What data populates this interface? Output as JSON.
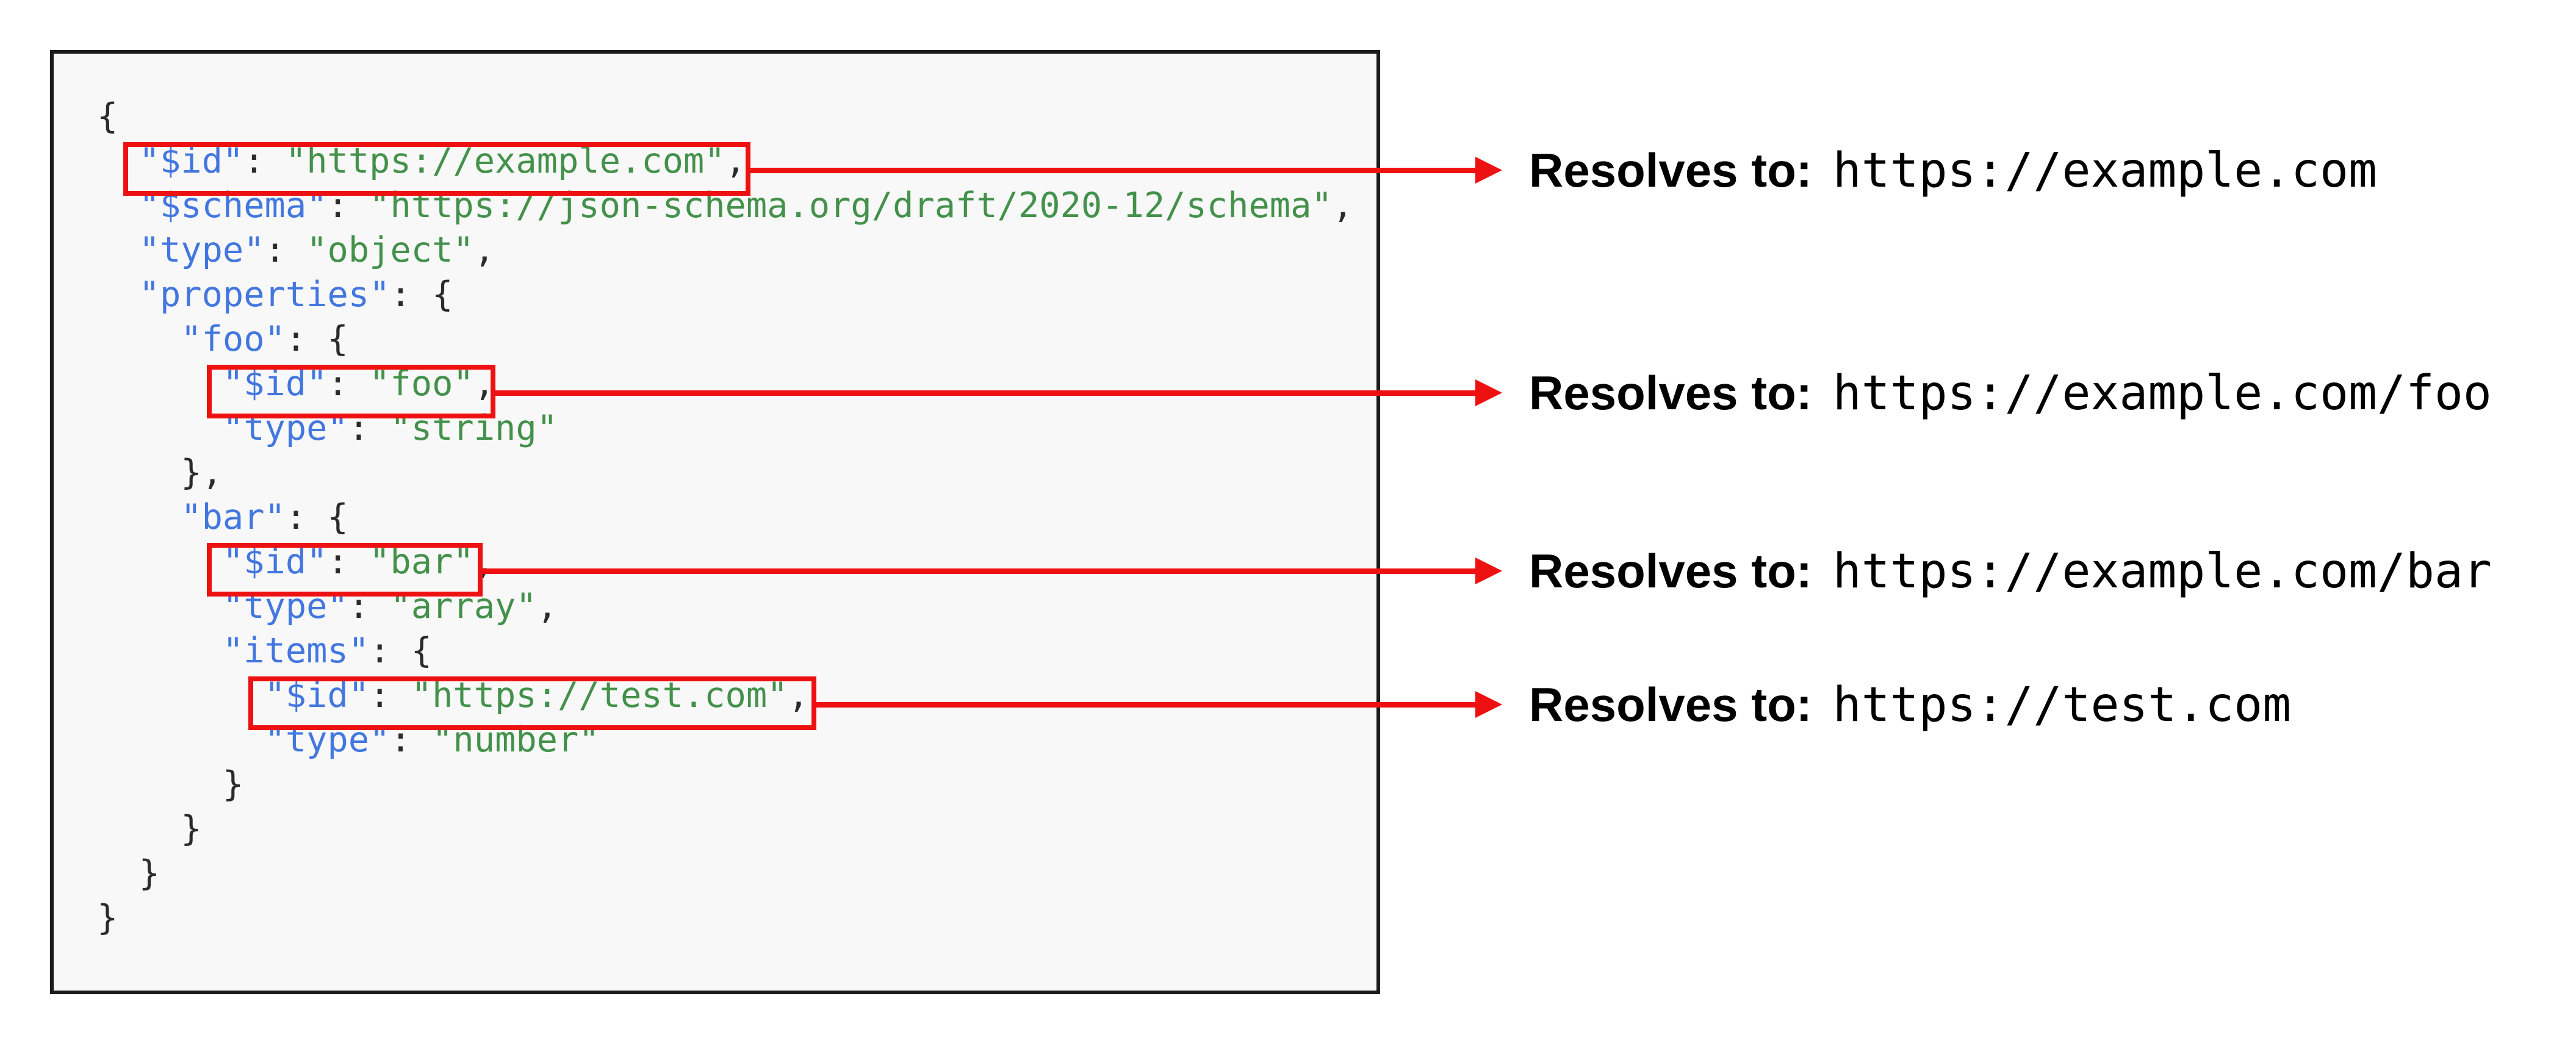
{
  "colors": {
    "key": "#4377e0",
    "string": "#43914a",
    "punctuation": "#2b2b2b",
    "highlight_red": "#ee1111",
    "panel_bg": "#f8f8f8",
    "panel_border": "#1c1c1c",
    "annotation_text": "#000000"
  },
  "code_panel": {
    "language": "json",
    "lines": [
      [
        [
          "pun",
          "{"
        ]
      ],
      [
        [
          "pun",
          "  "
        ],
        [
          "key",
          "\"$id\""
        ],
        [
          "pun",
          ": "
        ],
        [
          "str",
          "\"https://example.com\""
        ],
        [
          "pun",
          ","
        ]
      ],
      [
        [
          "pun",
          "  "
        ],
        [
          "key",
          "\"$schema\""
        ],
        [
          "pun",
          ": "
        ],
        [
          "str",
          "\"https://json-schema.org/draft/2020-12/schema\""
        ],
        [
          "pun",
          ","
        ]
      ],
      [
        [
          "pun",
          "  "
        ],
        [
          "key",
          "\"type\""
        ],
        [
          "pun",
          ": "
        ],
        [
          "str",
          "\"object\""
        ],
        [
          "pun",
          ","
        ]
      ],
      [
        [
          "pun",
          "  "
        ],
        [
          "key",
          "\"properties\""
        ],
        [
          "pun",
          ": {"
        ]
      ],
      [
        [
          "pun",
          "    "
        ],
        [
          "key",
          "\"foo\""
        ],
        [
          "pun",
          ": {"
        ]
      ],
      [
        [
          "pun",
          "      "
        ],
        [
          "key",
          "\"$id\""
        ],
        [
          "pun",
          ": "
        ],
        [
          "str",
          "\"foo\""
        ],
        [
          "pun",
          ","
        ]
      ],
      [
        [
          "pun",
          "      "
        ],
        [
          "key",
          "\"type\""
        ],
        [
          "pun",
          ": "
        ],
        [
          "str",
          "\"string\""
        ]
      ],
      [
        [
          "pun",
          "    },"
        ]
      ],
      [
        [
          "pun",
          "    "
        ],
        [
          "key",
          "\"bar\""
        ],
        [
          "pun",
          ": {"
        ]
      ],
      [
        [
          "pun",
          "      "
        ],
        [
          "key",
          "\"$id\""
        ],
        [
          "pun",
          ": "
        ],
        [
          "str",
          "\"bar\""
        ],
        [
          "pun",
          ","
        ]
      ],
      [
        [
          "pun",
          "      "
        ],
        [
          "key",
          "\"type\""
        ],
        [
          "pun",
          ": "
        ],
        [
          "str",
          "\"array\""
        ],
        [
          "pun",
          ","
        ]
      ],
      [
        [
          "pun",
          "      "
        ],
        [
          "key",
          "\"items\""
        ],
        [
          "pun",
          ": {"
        ]
      ],
      [
        [
          "pun",
          "        "
        ],
        [
          "key",
          "\"$id\""
        ],
        [
          "pun",
          ": "
        ],
        [
          "str",
          "\"https://test.com\""
        ],
        [
          "pun",
          ","
        ]
      ],
      [
        [
          "pun",
          "        "
        ],
        [
          "key",
          "\"type\""
        ],
        [
          "pun",
          ": "
        ],
        [
          "str",
          "\"number\""
        ]
      ],
      [
        [
          "pun",
          "      }"
        ]
      ],
      [
        [
          "pun",
          "    }"
        ]
      ],
      [
        [
          "pun",
          "  }"
        ]
      ],
      [
        [
          "pun",
          "}"
        ]
      ]
    ]
  },
  "annotations": [
    {
      "label": "Resolves to:",
      "url": "https://example.com"
    },
    {
      "label": "Resolves to:",
      "url": "https://example.com/foo"
    },
    {
      "label": "Resolves to:",
      "url": "https://example.com/bar"
    },
    {
      "label": "Resolves to:",
      "url": "https://test.com"
    }
  ]
}
